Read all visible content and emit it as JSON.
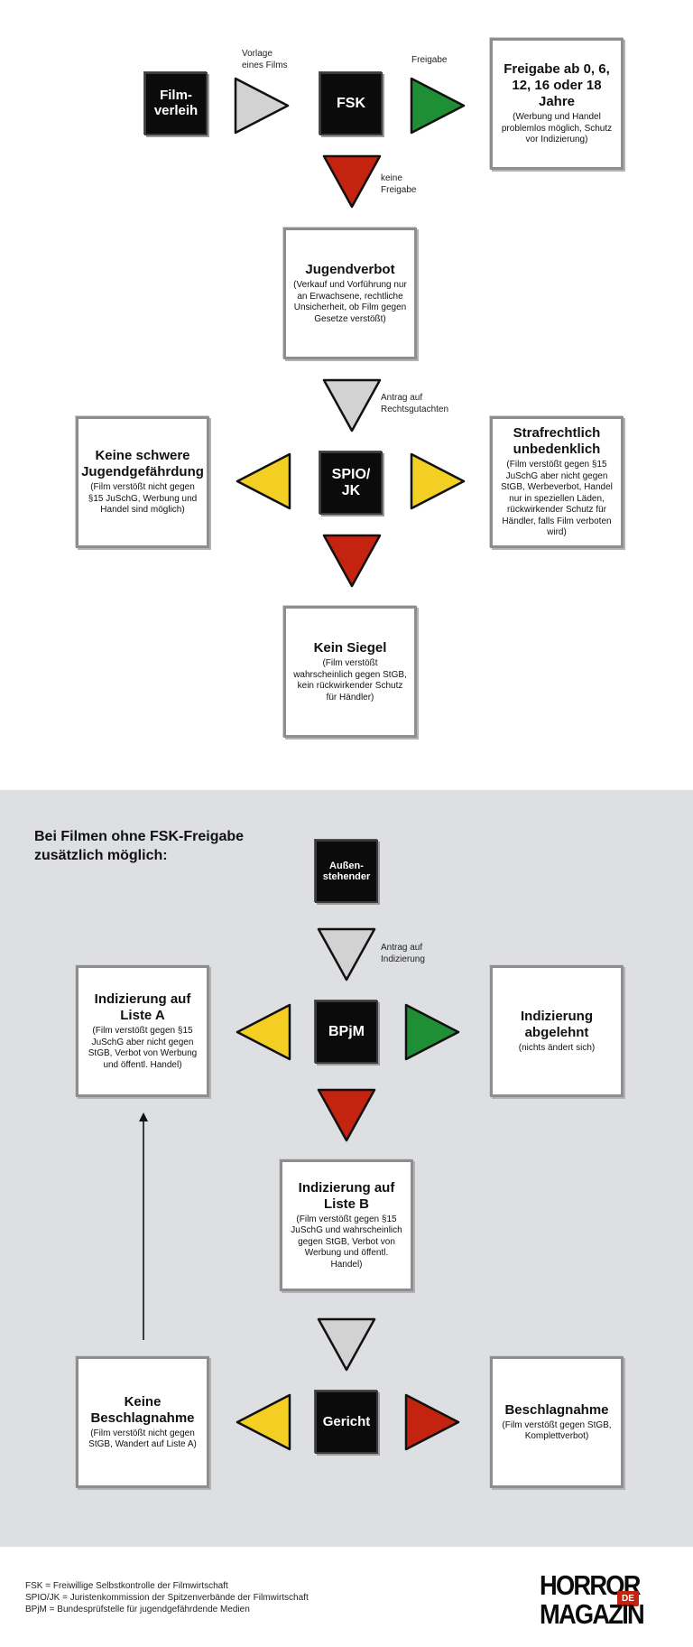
{
  "colors": {
    "gray": "#d2d2d2",
    "green": "#1f8f35",
    "red": "#c4230f",
    "yellow": "#f2cf22"
  },
  "top": {
    "verleih": "Film-\nverleih",
    "fsk": "FSK",
    "label_vorlage": "Vorlage\neines Films",
    "label_freigabe": "Freigabe",
    "freigabe_box": {
      "title": "Freigabe ab 0, 6, 12, 16 oder 18 Jahre",
      "desc": "(Werbung und Handel problemlos möglich, Schutz vor Indizierung)"
    },
    "label_keine_freigabe": "keine\nFreigabe",
    "jugendverbot": {
      "title": "Jugendverbot",
      "desc": "(Verkauf und Vorführung nur an Erwachsene, rechtliche Unsicherheit, ob Film gegen Gesetze verstößt)"
    },
    "label_antrag_gutachten": "Antrag auf\nRechtsgutachten",
    "spio": "SPIO/\nJK",
    "keine_schwere": {
      "title": "Keine schwere Jugendgefährdung",
      "desc": "(Film verstößt nicht gegen §15 JuSchG, Werbung und Handel sind möglich)"
    },
    "strafrechtlich": {
      "title": "Strafrechtlich unbedenklich",
      "desc": "(Film verstößt gegen §15 JuSchG aber nicht gegen StGB, Werbeverbot, Handel nur in speziellen Läden, rückwirkender Schutz für Händler, falls Film verboten wird)"
    },
    "kein_siegel": {
      "title": "Kein Siegel",
      "desc": "(Film verstößt wahrscheinlich gegen StGB, kein rückwirkender Schutz für Händler)"
    }
  },
  "bottom": {
    "heading": "Bei Filmen ohne FSK-Freigabe\nzusätzlich möglich:",
    "aussen": "Außen-\nstehender",
    "label_antrag_indizierung": "Antrag auf\nIndizierung",
    "bpjm": "BPjM",
    "liste_a": {
      "title": "Indizierung auf Liste A",
      "desc": "(Film verstößt gegen §15 JuSchG aber nicht gegen StGB, Verbot von Werbung und öffentl. Handel)"
    },
    "abgelehnt": {
      "title": "Indizierung abgelehnt",
      "desc": "(nichts ändert sich)"
    },
    "liste_b": {
      "title": "Indizierung auf Liste B",
      "desc": "(Film verstößt gegen §15 JuSchG und wahrscheinlich gegen StGB, Verbot von Werbung und öffentl. Handel)"
    },
    "gericht": "Gericht",
    "keine_beschlagnahme": {
      "title": "Keine Beschlagnahme",
      "desc": "(Film verstößt nicht gegen StGB, Wandert auf Liste A)"
    },
    "beschlagnahme": {
      "title": "Beschlagnahme",
      "desc": "(Film verstößt gegen StGB, Komplettverbot)"
    }
  },
  "legend": [
    "FSK = Freiwillige Selbstkontrolle der Filmwirtschaft",
    "SPIO/JK = Juristenkommission der Spitzenverbände der Filmwirtschaft",
    "BPjM = Bundesprüfstelle für jugendgefährdende Medien"
  ],
  "logo": {
    "line1": "HORROR",
    "badge": "DE",
    "line2": "MAGAZIN"
  }
}
